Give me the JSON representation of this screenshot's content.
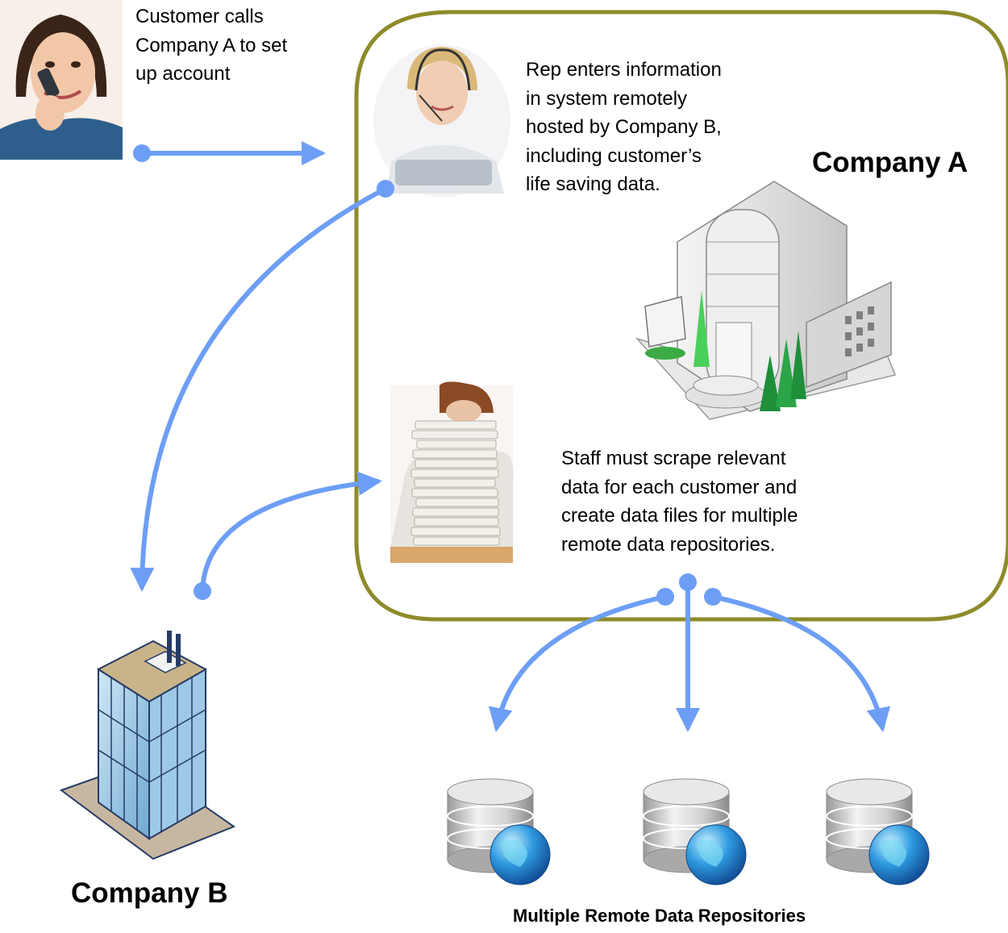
{
  "diagram": {
    "nodes": {
      "company_a": {
        "label": "Company A"
      },
      "company_b": {
        "label": "Company B"
      },
      "repositories": {
        "label": "Multiple Remote Data Repositories"
      }
    },
    "notes": {
      "customer": "Customer calls\nCompany A  to set\nup account",
      "rep": "Rep enters information\nin system remotely\nhosted by Company B,\nincluding customer’s\nlife saving data.",
      "staff": "Staff must scrape relevant\ndata for each customer and\ncreate data files for multiple\nremote data repositories."
    }
  },
  "colors": {
    "container_border": "#8e8b2a",
    "arrow": "#6d9ef6",
    "text": "#000000"
  }
}
